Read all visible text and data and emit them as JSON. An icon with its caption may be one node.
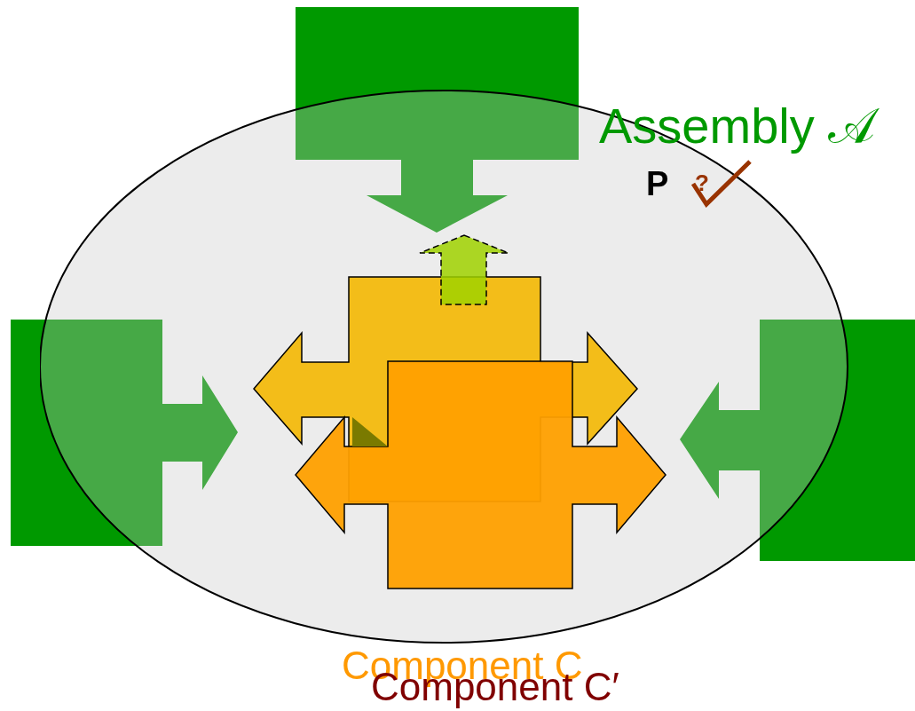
{
  "diagram": {
    "nodes": [
      {
        "text": [
          "Assembly 𝒜"
        ]
      }
    ],
    "labels": [
      "P",
      "?",
      "Component C",
      "Component C′"
    ]
  }
}
